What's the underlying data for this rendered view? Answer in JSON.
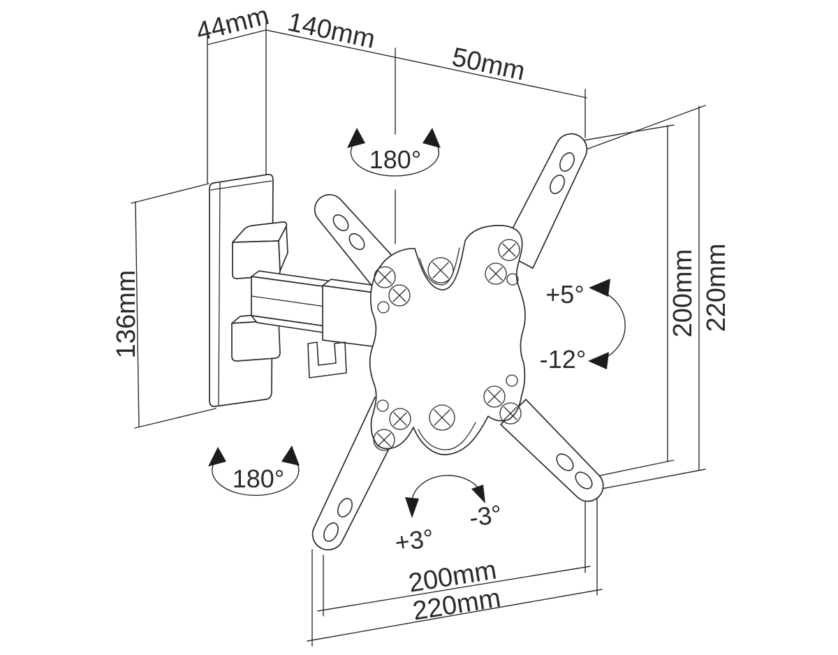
{
  "figure": {
    "type": "technical-line-diagram",
    "subject": "Articulating TV wall mount bracket with dimension and rotation annotations",
    "background_color": "#ffffff",
    "line_color": "#2a2a2a"
  },
  "dimensions": {
    "wall_plate_depth": "44mm",
    "arm_extension": "140mm",
    "plate_offset": "50mm",
    "wall_plate_height": "136mm",
    "vesa_height": "200mm",
    "bracket_height": "220mm",
    "vesa_width": "200mm",
    "bracket_width": "220mm"
  },
  "angles": {
    "swivel_arm": "180°",
    "swivel_plate": "180°",
    "tilt_up": "+5°",
    "tilt_down": "-12°",
    "roll_clockwise": "+3°",
    "roll_counterclockwise": "-3°"
  }
}
